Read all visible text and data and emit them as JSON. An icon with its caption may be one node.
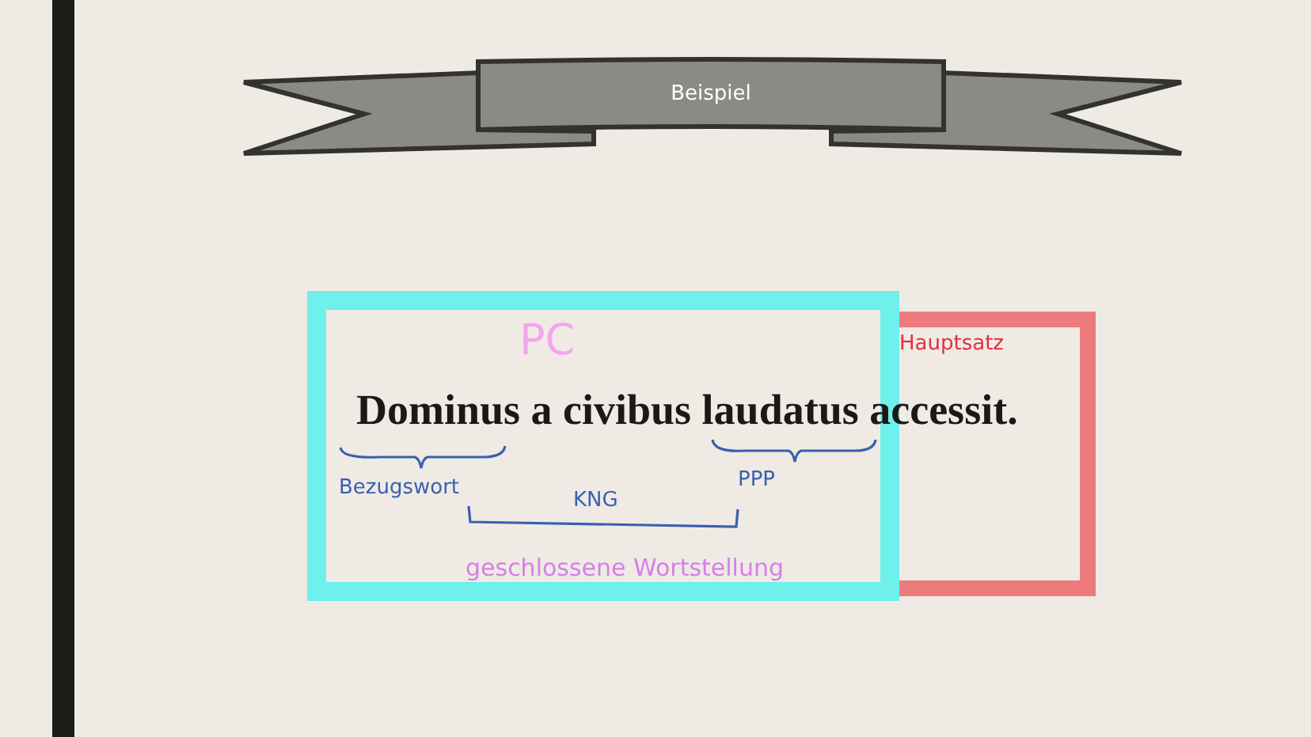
{
  "diagram": {
    "title": "Beispiel",
    "nodes": [
      {
        "text": [
          "PC"
        ]
      },
      {
        "text": [
          "Hauptsatz"
        ]
      }
    ],
    "labels": [
      "Dominus a civibus laudatus accessit.",
      "Bezugswort",
      "PPP",
      "KNG",
      "geschlossene Wortstellung"
    ]
  }
}
